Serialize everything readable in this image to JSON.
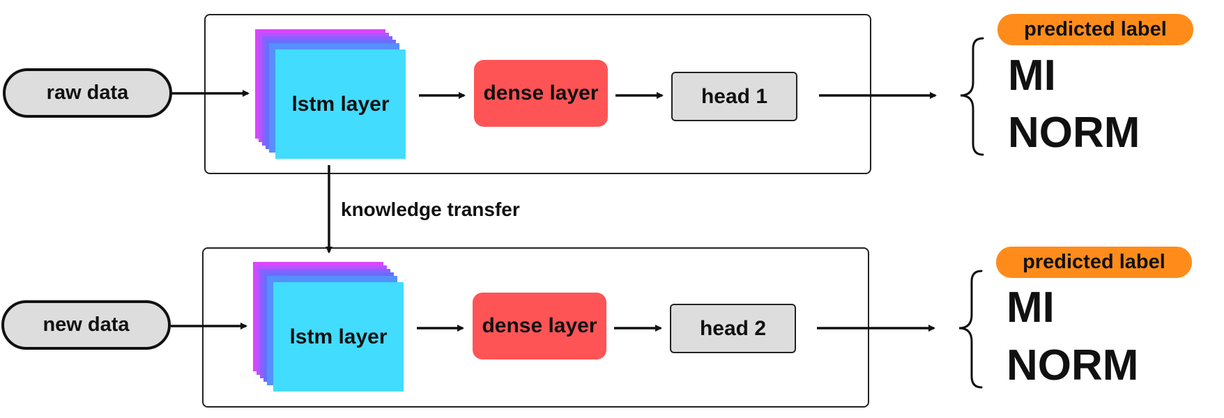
{
  "rows": [
    {
      "input": "raw data",
      "lstm": "lstm layer",
      "dense": "dense layer",
      "head": "head 1",
      "output_badge": "predicted label",
      "classes": [
        "MI",
        "NORM"
      ]
    },
    {
      "input": "new data",
      "lstm": "lstm layer",
      "dense": "dense layer",
      "head": "head 2",
      "output_badge": "predicted label",
      "classes": [
        "MI",
        "NORM"
      ]
    }
  ],
  "transfer_label": "knowledge transfer",
  "colors": {
    "lstm": "#42dcff",
    "stack_layers": [
      "#dd44ff",
      "#b455ff",
      "#8a60ff",
      "#6a6dff",
      "#5590ff"
    ],
    "dense": "#ff5456",
    "badge": "#ff8c1a",
    "pill": "#dddddd",
    "head": "#dddddd"
  }
}
